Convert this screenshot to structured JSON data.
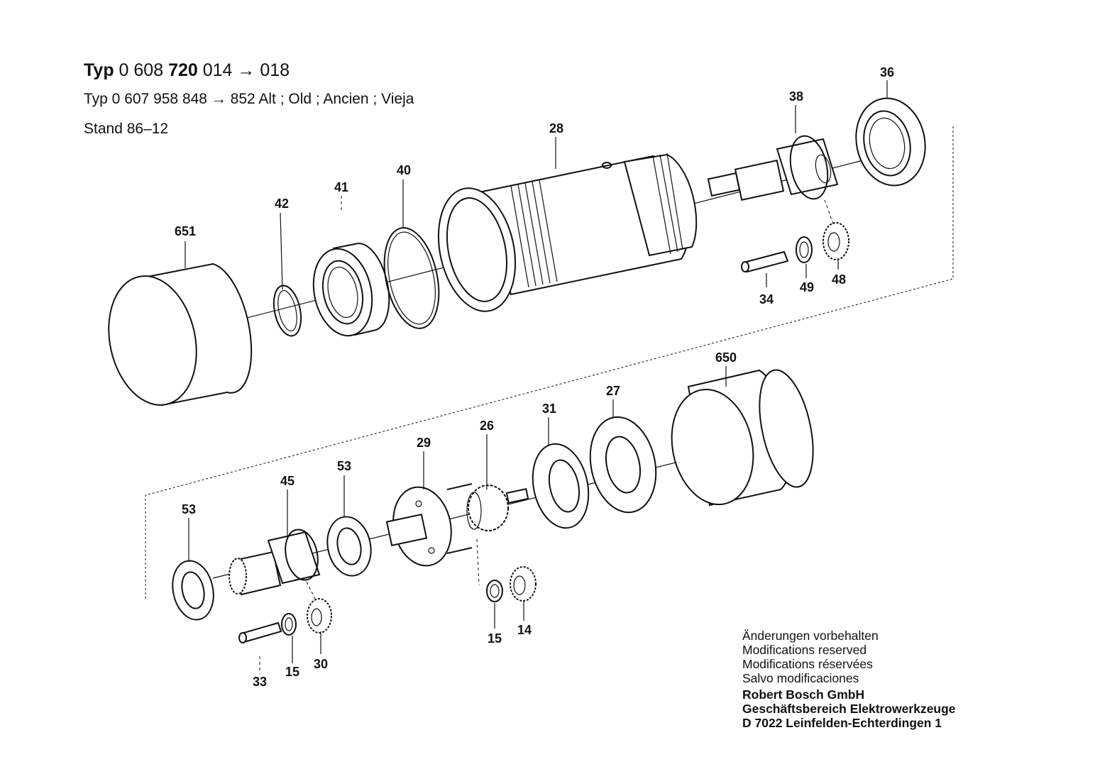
{
  "header": {
    "line1_prefix": "Typ",
    "line1_code_a": "0 608",
    "line1_code_b": "720",
    "line1_code_c": "014",
    "line1_arrow": "→",
    "line1_end": "018",
    "line2": "Typ  0 607 958 848  →  852  Alt ; Old ; Ancien ; Vieja",
    "line3": "Stand  86–12"
  },
  "parts": {
    "p651": "651",
    "p42": "42",
    "p41": "41",
    "p40": "40",
    "p28": "28",
    "p38": "38",
    "p36": "36",
    "p34": "34",
    "p49": "49",
    "p48": "48",
    "p650": "650",
    "p27": "27",
    "p31": "31",
    "p26": "26",
    "p29": "29",
    "p53a": "53",
    "p53b": "53",
    "p45": "45",
    "p33": "33",
    "p15a": "15",
    "p30": "30",
    "p15b": "15",
    "p14": "14"
  },
  "footer": {
    "notice_de": "Änderungen vorbehalten",
    "notice_en": "Modifications reserved",
    "notice_fr": "Modifications réservées",
    "notice_es": "Salvo modificaciones",
    "company": "Robert Bosch GmbH",
    "division": "Geschäftsbereich Elektrowerkzeuge",
    "address": "D 7022 Leinfelden-Echterdingen 1"
  }
}
